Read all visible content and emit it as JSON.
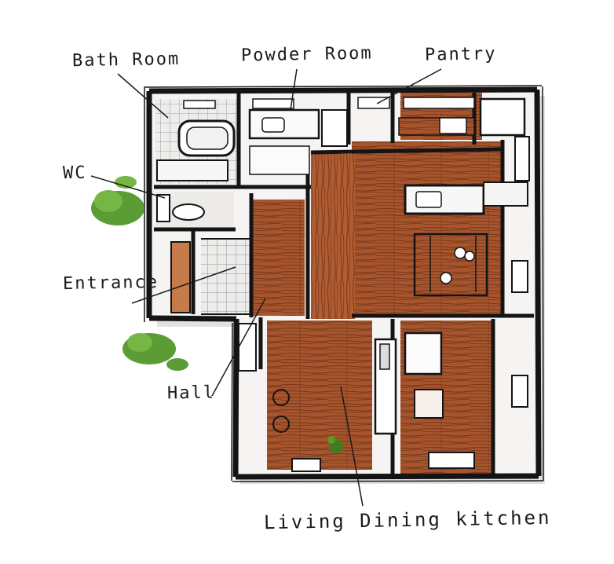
{
  "labels": {
    "bath_room": "Bath Room",
    "powder_room": "Powder Room",
    "pantry": "Pantry",
    "wc": "WC",
    "entrance": "Entrance",
    "hall": "Hall",
    "living_dining_kitchen": "Living Dining kitchen"
  },
  "colors": {
    "wall": "#1a1a1a",
    "wood_floor": "#a3522c",
    "wood_floor_light": "#c26a3d",
    "wood_grain": "#5a2a12",
    "tile_floor": "#e8e6e2",
    "plant": "#5a9a2a",
    "shadow": "#bdbdbd"
  },
  "icons": [
    "plant-icon",
    "bathtub-icon",
    "toilet-icon",
    "sink-icon",
    "dining-table-icon",
    "sofa-icon"
  ]
}
